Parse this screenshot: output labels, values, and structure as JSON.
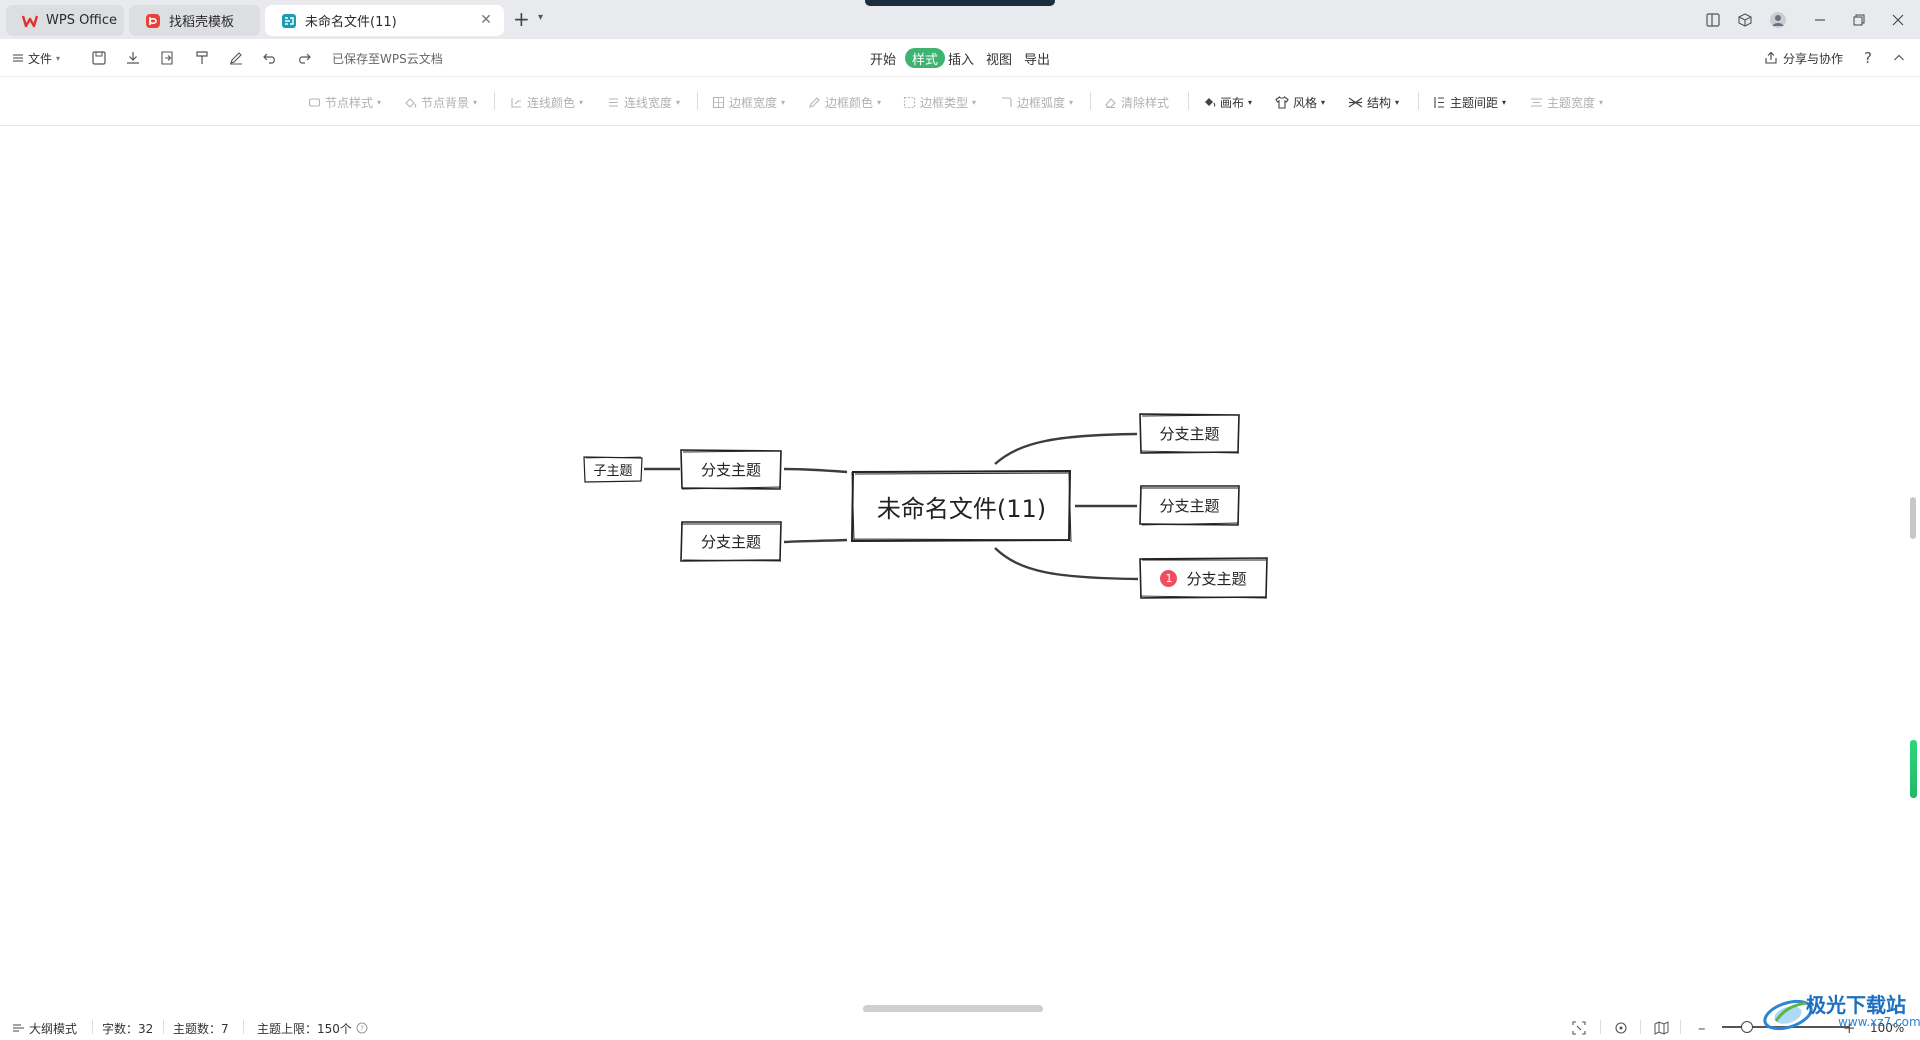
{
  "tabs": [
    {
      "label": "WPS Office"
    },
    {
      "label": "找稻壳模板"
    },
    {
      "label": "未命名文件(11)"
    }
  ],
  "menubar": {
    "file_label": "文件",
    "save_status": "已保存至WPS云文档",
    "tabs": [
      "开始",
      "样式",
      "插入",
      "视图",
      "导出"
    ],
    "active_tab": "样式",
    "share_label": "分享与协作",
    "help_label": "?"
  },
  "toolbar": {
    "items": [
      {
        "label": "节点样式",
        "enabled": false
      },
      {
        "label": "节点背景",
        "enabled": false
      },
      {
        "label": "连线颜色",
        "enabled": false
      },
      {
        "label": "连线宽度",
        "enabled": false
      },
      {
        "label": "边框宽度",
        "enabled": false
      },
      {
        "label": "边框颜色",
        "enabled": false
      },
      {
        "label": "边框类型",
        "enabled": false
      },
      {
        "label": "边框弧度",
        "enabled": false
      },
      {
        "label": "清除样式",
        "enabled": false
      },
      {
        "label": "画布",
        "enabled": true
      },
      {
        "label": "风格",
        "enabled": true
      },
      {
        "label": "结构",
        "enabled": true
      },
      {
        "label": "主题间距",
        "enabled": true
      },
      {
        "label": "主题宽度",
        "enabled": false
      }
    ]
  },
  "mindmap": {
    "root": "未命名文件(11)",
    "left_branches": [
      {
        "label": "分支主题",
        "children": [
          "子主题"
        ]
      },
      {
        "label": "分支主题",
        "children": []
      }
    ],
    "right_branches": [
      {
        "label": "分支主题"
      },
      {
        "label": "分支主题"
      },
      {
        "label": "分支主题",
        "badge": "1",
        "badge_color": "#ef4f5f"
      }
    ]
  },
  "statusbar": {
    "outline_mode": "大纲模式",
    "word_count": "字数：32",
    "topic_count": "主题数：7",
    "topic_limit": "主题上限：150个",
    "zoom": "100%"
  },
  "watermark": {
    "text_main": "极光下载站",
    "text_url": "www.xz7.com"
  },
  "colors": {
    "accent_green": "#3fb472",
    "badge_red": "#ef4f5f",
    "title_bar": "#e8eaed"
  }
}
